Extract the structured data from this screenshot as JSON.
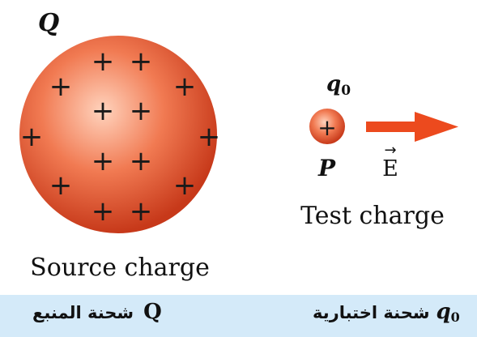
{
  "source": {
    "symbol": "Q",
    "sign": "+",
    "label": "Source charge"
  },
  "test": {
    "symbol_main": "q",
    "symbol_sub": "0",
    "sign": "+",
    "point_label": "P",
    "field_label": "E",
    "field_arrow": "→",
    "label": "Test charge"
  },
  "caption": {
    "test_symbol_main": "q",
    "test_symbol_sub": "0",
    "test_text": "شحنة اختبارية",
    "source_symbol": "Q",
    "source_text": "شحنة المنبع"
  },
  "colors": {
    "sphere_center": "#ffd3bd",
    "sphere_mid": "#f17a52",
    "sphere_edge": "#c7391a",
    "arrow": "#ec4a1e",
    "caption_bg": "#d4eaf9"
  }
}
